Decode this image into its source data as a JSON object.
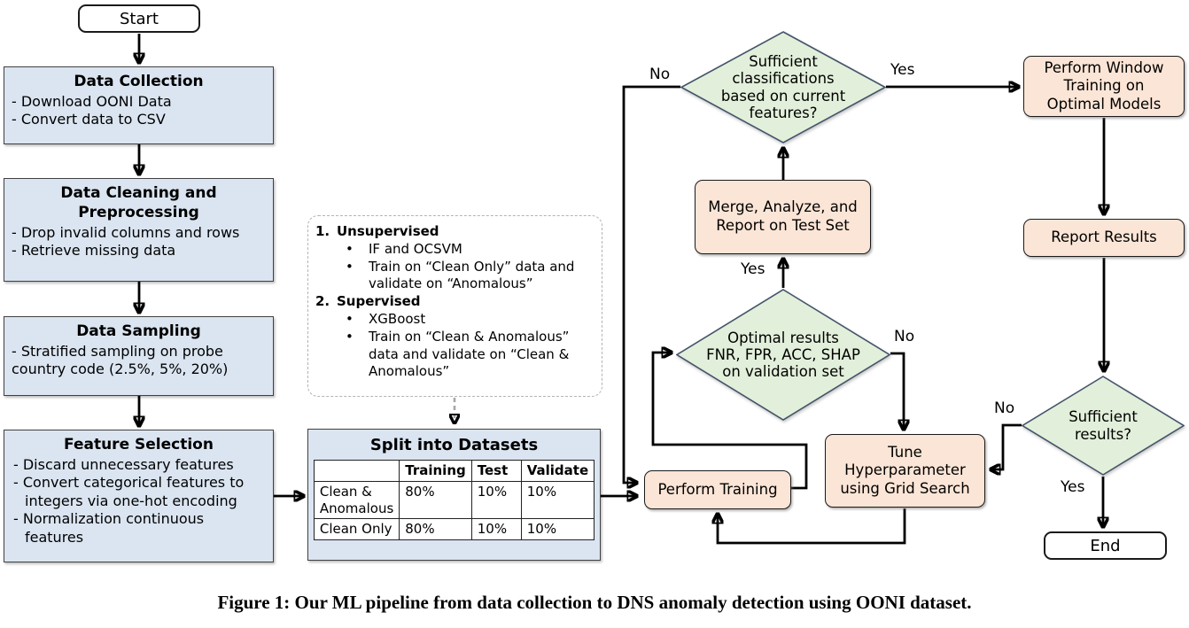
{
  "caption": "Figure 1: Our ML pipeline from data collection to DNS anomaly detection using OONI dataset.",
  "colors": {
    "process-fill": "#dbe5f1",
    "process-border": "#404040",
    "action-fill": "#fbe5d6",
    "action-border": "#1a1a1a",
    "decision-fill": "#e2efda",
    "decision-border": "#44546a",
    "terminal-fill": "#ffffff",
    "terminal-border": "#1a1a1a",
    "connector": "#000000",
    "dashed": "#a6a6a6"
  },
  "terminals": {
    "start": "Start",
    "end": "End"
  },
  "process_boxes": {
    "data_collection": {
      "title": "Data Collection",
      "bullets": [
        "- Download OONI Data",
        "- Convert data to CSV"
      ]
    },
    "data_cleaning": {
      "title": "Data Cleaning and Preprocessing",
      "bullets": [
        "- Drop invalid columns and rows",
        "- Retrieve missing data"
      ]
    },
    "data_sampling": {
      "title": "Data Sampling",
      "bullets": [
        "- Stratified sampling on probe country code (2.5%, 5%, 20%)"
      ]
    },
    "feature_selection": {
      "title": "Feature Selection",
      "bullets": [
        "- Discard unnecessary features",
        "- Convert categorical features to integers via one-hot encoding",
        "- Normalization continuous features"
      ]
    }
  },
  "methods_note": {
    "item1_number": "1.",
    "item1_title": "Unsupervised",
    "item1_bullets": [
      "IF and OCSVM",
      "Train on “Clean Only” data and validate on “Anomalous”"
    ],
    "item2_number": "2.",
    "item2_title": "Supervised",
    "item2_bullets": [
      "XGBoost",
      "Train on “Clean & Anomalous” data and validate on “Clean & Anomalous”"
    ],
    "bullet_glyph": "•"
  },
  "split_datasets": {
    "title": "Split into Datasets",
    "headers": [
      "",
      "Training",
      "Test",
      "Validate"
    ],
    "rows": [
      [
        "Clean & Anomalous",
        "80%",
        "10%",
        "10%"
      ],
      [
        "Clean Only",
        "80%",
        "10%",
        "10%"
      ]
    ]
  },
  "action_boxes": {
    "merge": {
      "lines": [
        "Merge, Analyze, and",
        "Report on Test Set"
      ]
    },
    "perform_training": {
      "label": "Perform Training"
    },
    "tune": {
      "lines": [
        "Tune",
        "Hyperparameter",
        "using Grid Search"
      ]
    },
    "perform_window": {
      "lines": [
        "Perform Window",
        "Training on",
        "Optimal Models"
      ]
    },
    "report_results": {
      "label": "Report Results"
    }
  },
  "decisions": {
    "sufficient_classifications": {
      "lines": [
        "Sufficient",
        "classifications",
        "based on current",
        "features?"
      ]
    },
    "optimal_results": {
      "lines": [
        "Optimal results",
        "FNR, FPR, ACC, SHAP",
        "on validation set"
      ]
    },
    "sufficient_results": {
      "lines": [
        "Sufficient",
        "results?"
      ]
    }
  },
  "edge_labels": {
    "d1_no": "No",
    "d1_yes": "Yes",
    "d2_yes": "Yes",
    "d2_no": "No",
    "d3_no": "No",
    "d3_yes": "Yes"
  }
}
